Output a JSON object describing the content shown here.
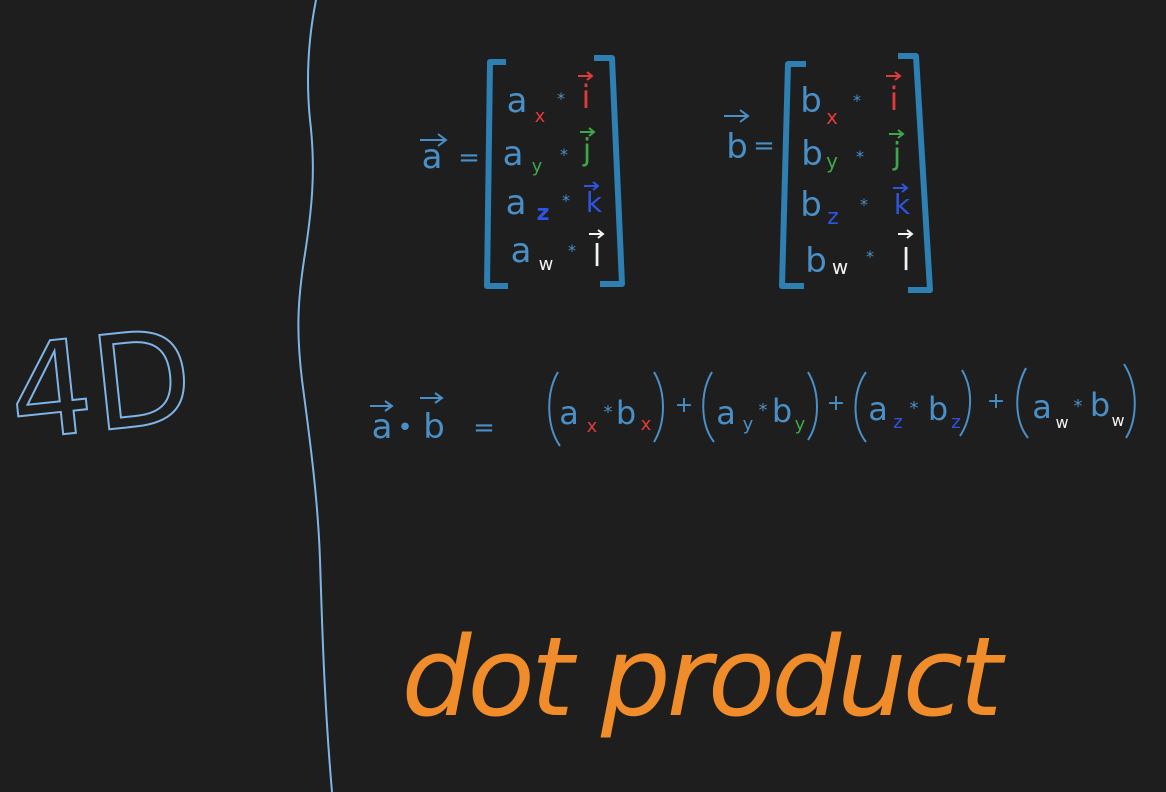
{
  "ink": {
    "divider": "#7fb4e6",
    "matrix_blue": "#2e7fb2",
    "text_blue": "#4a90c8",
    "red": "#e03a3a",
    "green": "#3fa64a",
    "indigo": "#2f54e0",
    "white": "#f2f2f2",
    "orange": "#f08c2a"
  },
  "side": {
    "label": "4D"
  },
  "vector_a": {
    "name": "a",
    "equals": "=",
    "rows": [
      {
        "comp": "a",
        "sub": "x",
        "op": "*",
        "unit": "i",
        "unit_color": "red"
      },
      {
        "comp": "a",
        "sub": "y",
        "op": "*",
        "unit": "j",
        "unit_color": "green"
      },
      {
        "comp": "a",
        "sub": "z",
        "op": "*",
        "unit": "k",
        "unit_color": "indigo"
      },
      {
        "comp": "a",
        "sub": "w",
        "op": "*",
        "unit": "l",
        "unit_color": "white"
      }
    ]
  },
  "vector_b": {
    "name": "b",
    "equals": "=",
    "rows": [
      {
        "comp": "b",
        "sub": "x",
        "op": "*",
        "unit": "i",
        "unit_color": "red"
      },
      {
        "comp": "b",
        "sub": "y",
        "op": "*",
        "unit": "j",
        "unit_color": "green"
      },
      {
        "comp": "b",
        "sub": "z",
        "op": "*",
        "unit": "k",
        "unit_color": "indigo"
      },
      {
        "comp": "b",
        "sub": "w",
        "op": "*",
        "unit": "l",
        "unit_color": "white"
      }
    ]
  },
  "formula": {
    "lhs_a": "a",
    "dot": "•",
    "lhs_b": "b",
    "equals": "=",
    "terms": [
      {
        "a": "a",
        "sub": "x",
        "op": "*",
        "b": "b"
      },
      {
        "a": "a",
        "sub": "y",
        "op": "*",
        "b": "b"
      },
      {
        "a": "a",
        "sub": "z",
        "op": "*",
        "b": "b"
      },
      {
        "a": "a",
        "sub": "w",
        "op": "*",
        "b": "b"
      }
    ],
    "plus": "+"
  },
  "caption": {
    "text": "dot product"
  }
}
